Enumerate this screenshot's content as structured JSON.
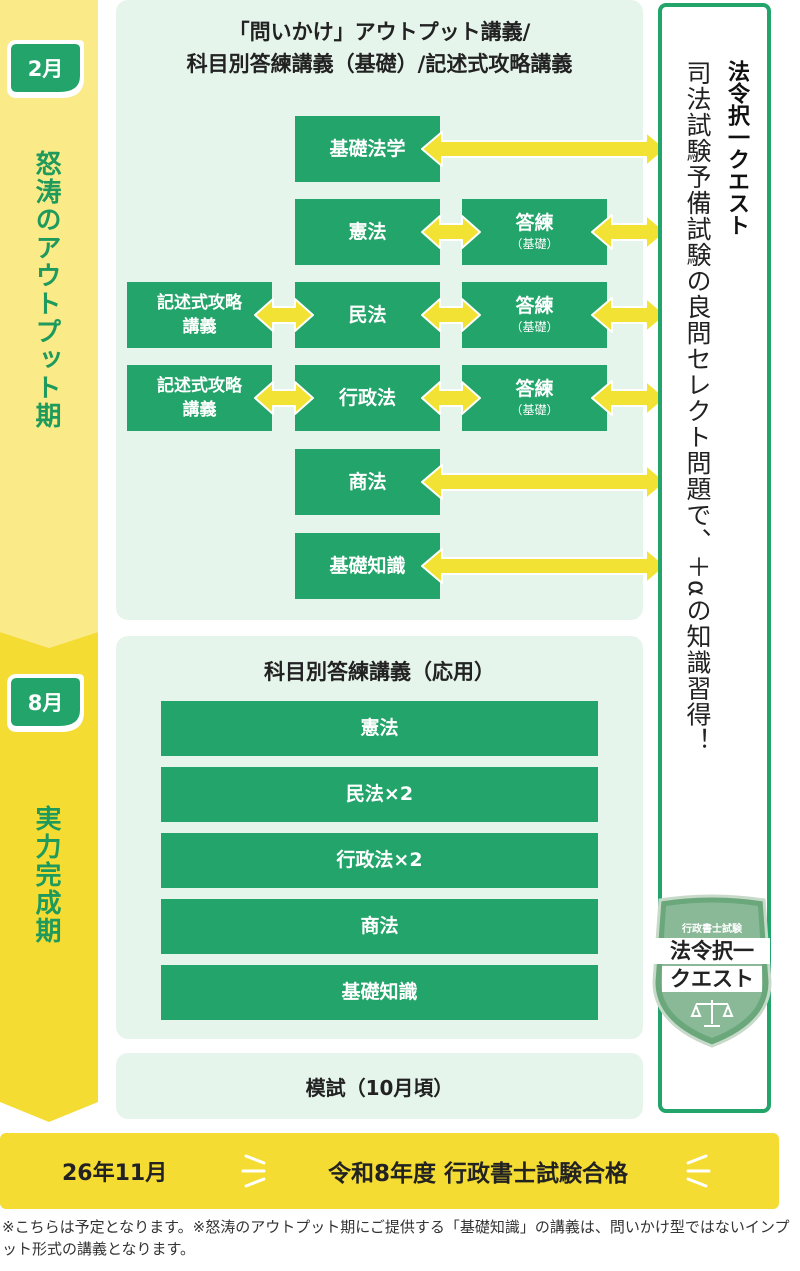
{
  "timeline": {
    "phase1_month": "2月",
    "phase1_name": "怒涛のアウトプット期",
    "phase2_month": "8月",
    "phase2_name": "実力完成期"
  },
  "section1": {
    "title_line1": "「問いかけ」アウトプット講義/",
    "title_line2": "科目別答練講義（基礎）/記述式攻略講義",
    "subjects": [
      "基礎法学",
      "憲法",
      "民法",
      "行政法",
      "商法",
      "基礎知識"
    ],
    "kijutsu_label": "記述式攻略講義",
    "toren_label": "答練",
    "toren_sub": "（基礎）"
  },
  "section2": {
    "title": "科目別答練講義（応用）",
    "items": [
      "憲法",
      "民法×2",
      "行政法×2",
      "商法",
      "基礎知識"
    ]
  },
  "moshi": "模試（10月頃）",
  "quest": {
    "heading": "法令択一クエスト",
    "description": "司法試験予備試験の良問セレクト問題で、＋αの知識習得！",
    "badge_small": "行政書士試験",
    "badge_line1": "法令択一",
    "badge_line2": "クエスト"
  },
  "goal": {
    "date": "26年11月",
    "text": "令和8年度 行政書士試験合格"
  },
  "footnote": "※こちらは予定となります。※怒涛のアウトプット期にご提供する「基礎知識」の講義は、問いかけ型ではないインプット形式の講義となります。",
  "colors": {
    "green": "#22a46a",
    "light_green": "#e6f5ec",
    "yellow_dark": "#f4dc33",
    "yellow_light": "#fbeb88",
    "arrow_yellow": "#f2e233"
  }
}
